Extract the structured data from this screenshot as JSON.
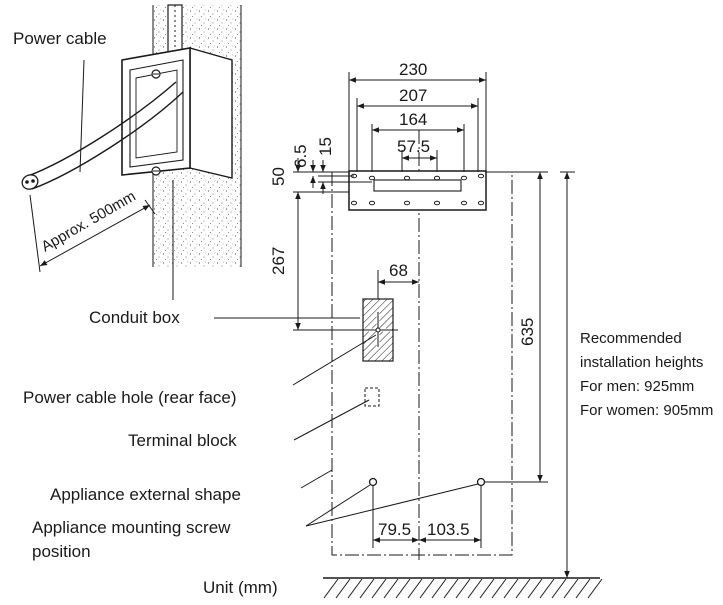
{
  "labels": {
    "power_cable": "Power cable",
    "approx_length": "Approx. 500mm",
    "conduit_box": "Conduit box",
    "power_cable_hole": "Power cable hole (rear face)",
    "terminal_block": "Terminal block",
    "appliance_shape": "Appliance external shape",
    "mounting_screw_line1": "Appliance mounting screw",
    "mounting_screw_line2": "position",
    "unit": "Unit (mm)"
  },
  "dimensions": {
    "w230": "230",
    "w207": "207",
    "w164": "164",
    "w57_5": "57.5",
    "h6_5": "6.5",
    "h15": "15",
    "h50": "50",
    "h267": "267",
    "w68": "68",
    "h635": "635",
    "w79_5": "79.5",
    "w103_5": "103.5"
  },
  "recommendation": {
    "line1": "Recommended",
    "line2": "installation heights",
    "men": "For men: 925mm",
    "women": "For women: 905mm"
  }
}
